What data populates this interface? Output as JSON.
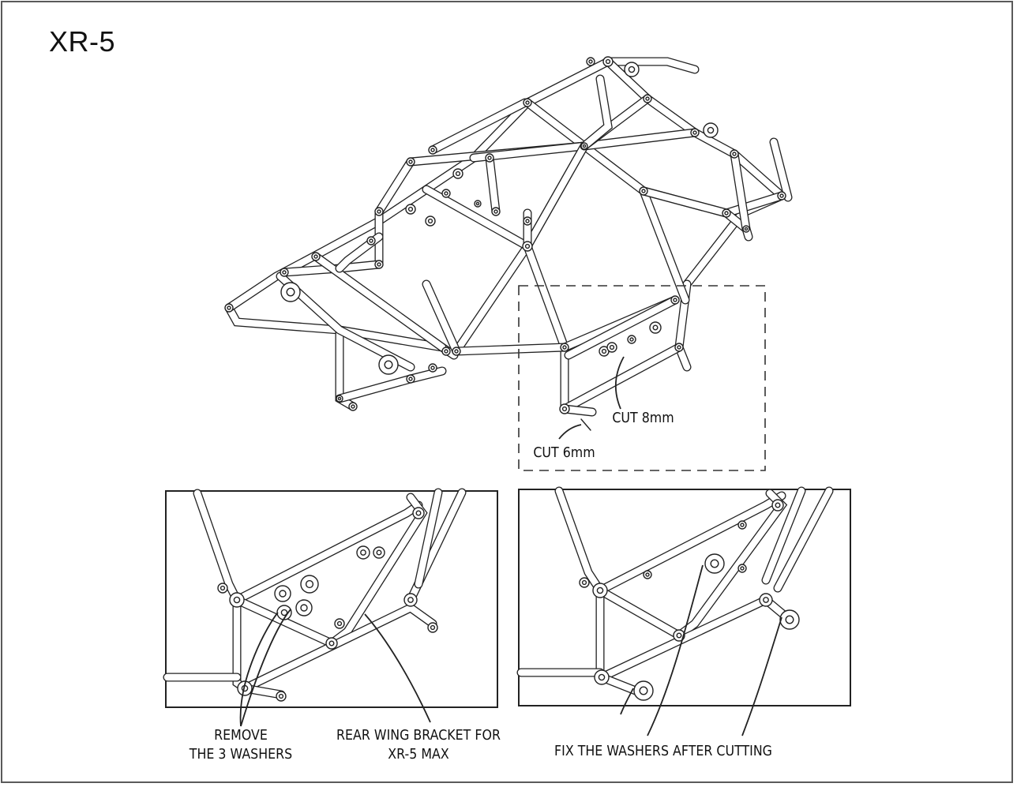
{
  "title": "XR-5",
  "labels": {
    "cut_8mm": "CUT 8mm",
    "cut_6mm": "CUT 6mm",
    "remove_line1": "REMOVE",
    "remove_line2": "THE 3 WASHERS",
    "bracket_line1": "REAR WING BRACKET FOR",
    "bracket_line2": "XR-5 MAX",
    "fix_washers": "FIX THE WASHERS AFTER CUTTING"
  }
}
